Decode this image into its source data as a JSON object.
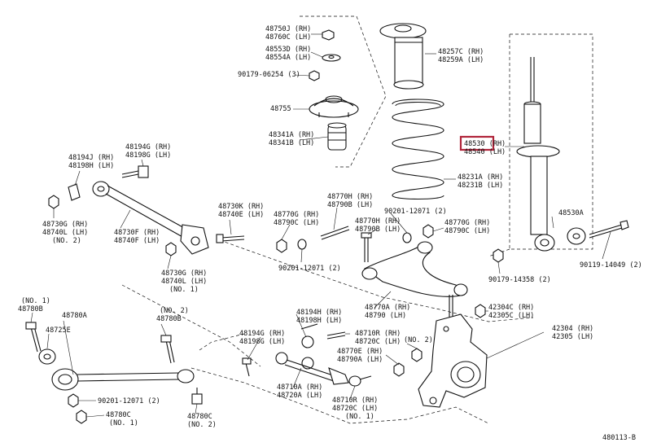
{
  "diagram": {
    "ref_code": "480113-B",
    "highlight_color": "#b0243a",
    "labels": [
      {
        "id": "l48750",
        "lines": [
          "48750J (RH)",
          "48760C (LH)"
        ]
      },
      {
        "id": "l48553",
        "lines": [
          "48553D (RH)",
          "48554A (LH)"
        ]
      },
      {
        "id": "l90179a",
        "lines": [
          "90179-06254 (3)"
        ]
      },
      {
        "id": "l48755",
        "lines": [
          "48755"
        ]
      },
      {
        "id": "l48341",
        "lines": [
          "48341A (RH)",
          "48341B (LH)"
        ]
      },
      {
        "id": "l48257",
        "lines": [
          "48257C (RH)",
          "48259A (LH)"
        ]
      },
      {
        "id": "l48530",
        "lines": [
          "48530 (RH)",
          "48540 (LH)"
        ]
      },
      {
        "id": "l48231",
        "lines": [
          "48231A (RH)",
          "48231B (LH)"
        ]
      },
      {
        "id": "l48530A",
        "lines": [
          "48530A"
        ]
      },
      {
        "id": "l90119",
        "lines": [
          "90119-14049 (2)"
        ]
      },
      {
        "id": "l90179b",
        "lines": [
          "90179-14358 (2)"
        ]
      },
      {
        "id": "l48194a",
        "lines": [
          "48194J (RH)",
          "48198H (LH)"
        ]
      },
      {
        "id": "l48194g",
        "lines": [
          "48194G (RH)",
          "48198G (LH)"
        ]
      },
      {
        "id": "l48730g1",
        "lines": [
          "48730G (RH)",
          "48740L (LH)",
          "(NO. 2)"
        ]
      },
      {
        "id": "l48730f",
        "lines": [
          "48730F (RH)",
          "48740F (LH)"
        ]
      },
      {
        "id": "l48730k",
        "lines": [
          "48730K (RH)",
          "48740E (LH)"
        ]
      },
      {
        "id": "l48730g2",
        "lines": [
          "48730G (RH)",
          "48740L (LH)",
          "(NO. 1)"
        ]
      },
      {
        "id": "l48770h1",
        "lines": [
          "48770H (RH)",
          "48790B (LH)"
        ]
      },
      {
        "id": "l48770g1",
        "lines": [
          "48770G (RH)",
          "48790C (LH)"
        ]
      },
      {
        "id": "l90201a",
        "lines": [
          "90201-12071 (2)"
        ]
      },
      {
        "id": "l90201b",
        "lines": [
          "90201-12071 (2)"
        ]
      },
      {
        "id": "l48770h2",
        "lines": [
          "48770H (RH)",
          "48790B (LH)"
        ]
      },
      {
        "id": "l48770g2",
        "lines": [
          "48770G (RH)",
          "48790C (LH)"
        ]
      },
      {
        "id": "l48770a",
        "lines": [
          "48770A (RH)",
          "48790 (LH)"
        ]
      },
      {
        "id": "l42304c",
        "lines": [
          "42304C (RH)",
          "42305C (LH)"
        ]
      },
      {
        "id": "l42304",
        "lines": [
          "42304 (RH)",
          "42305 (LH)"
        ]
      },
      {
        "id": "l48780b1",
        "lines": [
          "(NO. 1)",
          "48780B"
        ]
      },
      {
        "id": "l48780a",
        "lines": [
          "48780A"
        ]
      },
      {
        "id": "l48725e",
        "lines": [
          "48725E"
        ]
      },
      {
        "id": "l48780b2",
        "lines": [
          "(NO. 2)",
          "48780B"
        ]
      },
      {
        "id": "l48194h",
        "lines": [
          "48194H (RH)",
          "48198H (LH)"
        ]
      },
      {
        "id": "l48194g2",
        "lines": [
          "48194G (RH)",
          "48198G (LH)"
        ]
      },
      {
        "id": "l48710r1",
        "lines": [
          "48710R (RH)",
          "48720C (LH)"
        ]
      },
      {
        "id": "lno2",
        "lines": [
          "(NO. 2)"
        ]
      },
      {
        "id": "l48770e",
        "lines": [
          "48770E (RH)",
          "48790A (LH)"
        ]
      },
      {
        "id": "l48710a",
        "lines": [
          "48710A (RH)",
          "48720A (LH)"
        ]
      },
      {
        "id": "l48710r2",
        "lines": [
          "48710R (RH)",
          "48720C (LH)",
          "(NO. 1)"
        ]
      },
      {
        "id": "l90201c",
        "lines": [
          "90201-12071 (2)"
        ]
      },
      {
        "id": "l48780c1",
        "lines": [
          "48780C",
          "(NO. 1)"
        ]
      },
      {
        "id": "l48780c2",
        "lines": [
          "48780C",
          "(NO. 2)"
        ]
      }
    ]
  }
}
